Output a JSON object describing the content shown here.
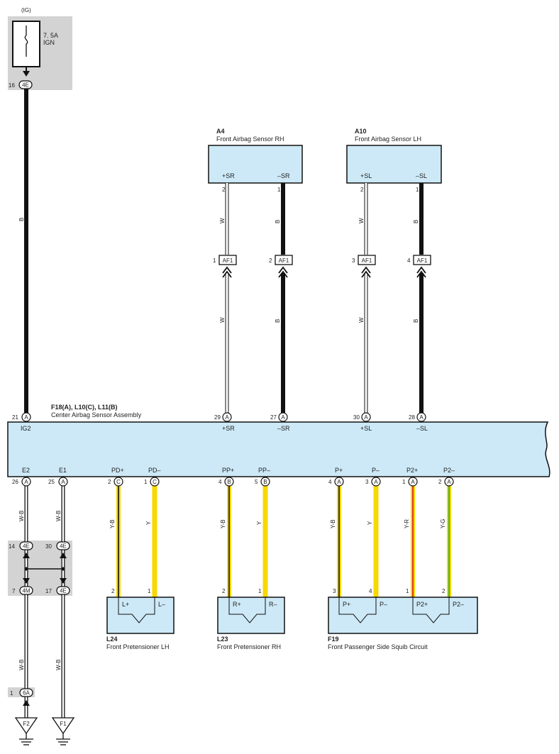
{
  "ig": {
    "label": "(IG)",
    "fuse_rating": "7. 5A",
    "fuse_name": "IGN",
    "connector": "4E",
    "pin": "16",
    "wire_color": "B"
  },
  "assembly": {
    "code": "F18(A), L10(C), L11(B)",
    "name": "Center Airbag Sensor Assembly",
    "top_terminals": [
      {
        "pin": "21",
        "conn": "A",
        "label": "IG2"
      },
      {
        "pin": "29",
        "conn": "A",
        "label": "+SR"
      },
      {
        "pin": "27",
        "conn": "A",
        "label": "–SR"
      },
      {
        "pin": "30",
        "conn": "A",
        "label": "+SL"
      },
      {
        "pin": "28",
        "conn": "A",
        "label": "–SL"
      }
    ],
    "bottom_terminals": [
      {
        "pin": "26",
        "conn": "A",
        "label": "E2"
      },
      {
        "pin": "25",
        "conn": "A",
        "label": "E1"
      },
      {
        "pin": "2",
        "conn": "C",
        "label": "PD+"
      },
      {
        "pin": "1",
        "conn": "C",
        "label": "PD–"
      },
      {
        "pin": "4",
        "conn": "B",
        "label": "PP+"
      },
      {
        "pin": "5",
        "conn": "B",
        "label": "PP–"
      },
      {
        "pin": "4",
        "conn": "A",
        "label": "P+"
      },
      {
        "pin": "3",
        "conn": "A",
        "label": "P–"
      },
      {
        "pin": "1",
        "conn": "A",
        "label": "P2+"
      },
      {
        "pin": "2",
        "conn": "A",
        "label": "P2–"
      }
    ]
  },
  "sensors": [
    {
      "code": "A4",
      "name": "Front Airbag Sensor RH",
      "terminals": [
        "+SR",
        "–SR"
      ],
      "pins": [
        "2",
        "1"
      ]
    },
    {
      "code": "A10",
      "name": "Front Airbag Sensor LH",
      "terminals": [
        "+SL",
        "–SL"
      ],
      "pins": [
        "2",
        "1"
      ]
    }
  ],
  "af1_connectors": [
    {
      "pin": "1",
      "label": "AF1"
    },
    {
      "pin": "2",
      "label": "AF1"
    },
    {
      "pin": "3",
      "label": "AF1"
    },
    {
      "pin": "4",
      "label": "AF1"
    }
  ],
  "upper_wires": [
    "W",
    "B",
    "W",
    "B"
  ],
  "lower_wires": [
    "W-B",
    "W-B",
    "Y-B",
    "Y",
    "Y-B",
    "Y",
    "Y-B",
    "Y",
    "Y-R",
    "Y-G"
  ],
  "junction": [
    {
      "pin": "14",
      "conn": "4E"
    },
    {
      "pin": "30",
      "conn": "4E"
    },
    {
      "pin": "7",
      "conn": "4M"
    },
    {
      "pin": "17",
      "conn": "4E"
    }
  ],
  "ground_lower_wires": [
    "W-B",
    "W-B"
  ],
  "ground_connector": {
    "pin": "1",
    "conn": "6A"
  },
  "grounds": [
    "F2",
    "F1"
  ],
  "components": [
    {
      "code": "L24",
      "name": "Front Pretensioner LH",
      "terminals": [
        "L+",
        "L–"
      ],
      "pins": [
        "2",
        "1"
      ]
    },
    {
      "code": "L23",
      "name": "Front Pretensioner RH",
      "terminals": [
        "R+",
        "R–"
      ],
      "pins": [
        "2",
        "1"
      ]
    },
    {
      "code": "F19",
      "name": "Front Passenger Side Squib Circuit",
      "terminals": [
        "P+",
        "P–",
        "P2+",
        "P2–"
      ],
      "pins": [
        "3",
        "4",
        "1",
        "2"
      ]
    }
  ],
  "colors": {
    "box_fill": "#cde9f7",
    "shade": "#d3d3d3",
    "wire_black": "#111111",
    "wire_yellow": "#f7d800",
    "wire_red": "#e02a1e",
    "wire_green": "#35a83a"
  }
}
